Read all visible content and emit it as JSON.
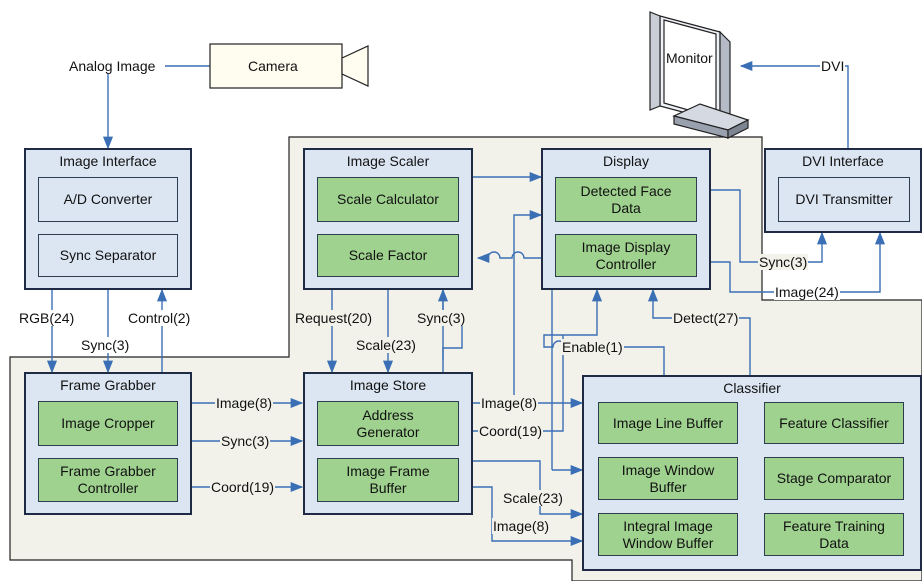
{
  "camera": {
    "label": "Camera",
    "input_label": "Analog Image"
  },
  "monitor": {
    "label": "Monitor",
    "input_label": "DVI"
  },
  "image_interface": {
    "title": "Image Interface",
    "blocks": [
      "A/D Converter",
      "Sync Separator"
    ]
  },
  "image_scaler": {
    "title": "Image Scaler",
    "blocks": [
      "Scale Calculator",
      "Scale Factor"
    ]
  },
  "display": {
    "title": "Display",
    "blocks": [
      "Detected Face\nData",
      "Image Display\nController"
    ]
  },
  "dvi_interface": {
    "title": "DVI Interface",
    "blocks": [
      "DVI Transmitter"
    ]
  },
  "frame_grabber": {
    "title": "Frame Grabber",
    "blocks": [
      "Image Cropper",
      "Frame Grabber\nController"
    ]
  },
  "image_store": {
    "title": "Image Store",
    "blocks": [
      "Address\nGenerator",
      "Image Frame\nBuffer"
    ]
  },
  "classifier": {
    "title": "Classifier",
    "blocks": [
      "Image Line Buffer",
      "Feature Classifier",
      "Image Window\nBuffer",
      "Stage Comparator",
      "Integral Image\nWindow Buffer",
      "Feature Training\nData"
    ]
  },
  "signals": {
    "rgb": "RGB(24)",
    "sync_ii": "Sync(3)",
    "control": "Control(2)",
    "request": "Request(20)",
    "scale_is": "Scale(23)",
    "sync_is": "Sync(3)",
    "fg_image": "Image(8)",
    "fg_sync": "Sync(3)",
    "fg_coord": "Coord(19)",
    "is_image": "Image(8)",
    "is_coord": "Coord(19)",
    "is_scale": "Scale(23)",
    "is_image2": "Image(8)",
    "enable": "Enable(1)",
    "detect": "Detect(27)",
    "dvi_sync": "Sync(3)",
    "dvi_image": "Image(24)"
  }
}
